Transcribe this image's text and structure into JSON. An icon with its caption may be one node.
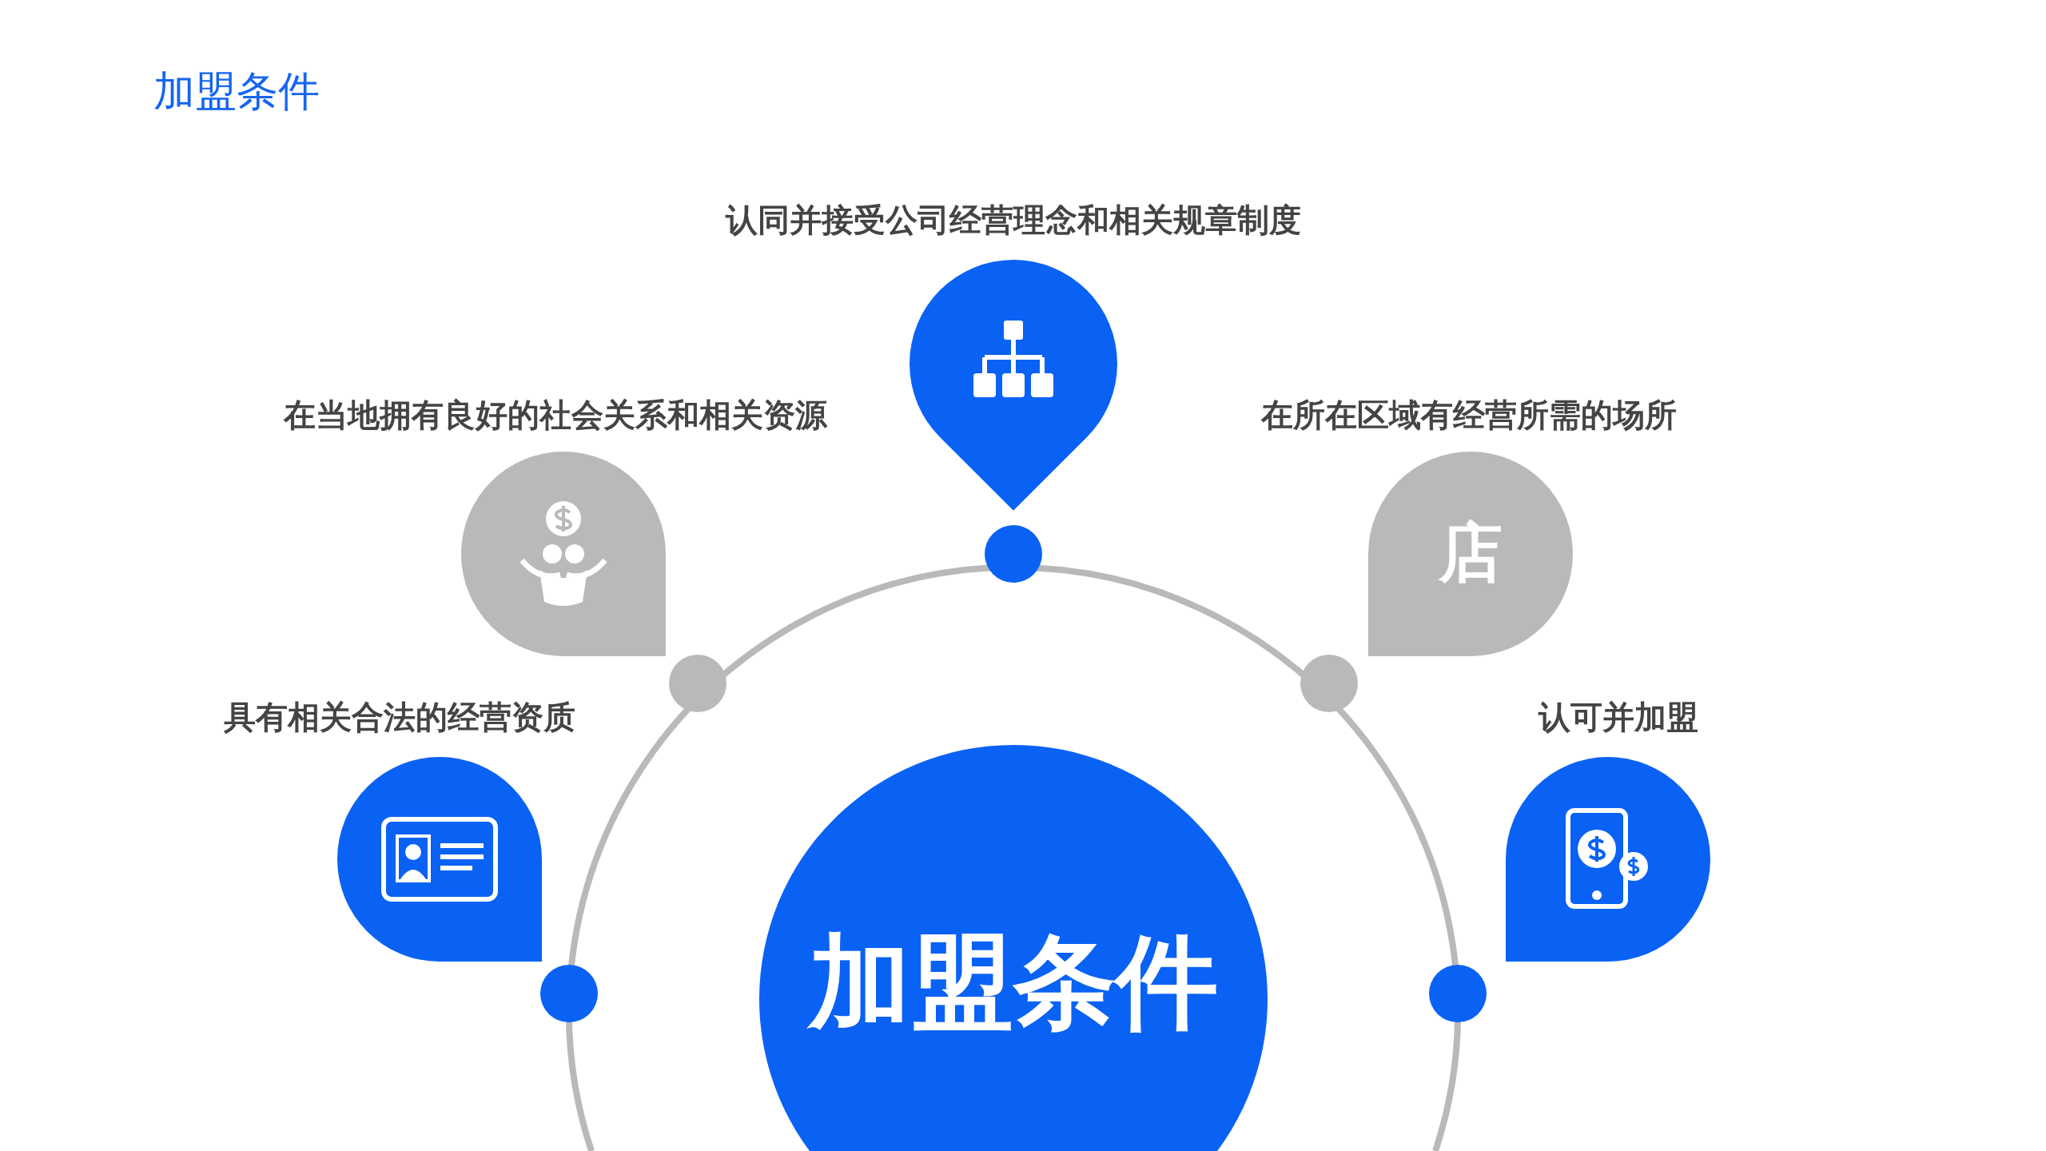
{
  "diagram": {
    "title": "加盟条件",
    "nodes": [
      {
        "text": [
          "认同并接受公司经营理念和相关规章制度"
        ]
      },
      {
        "text": [
          "在当地拥有良好的社会关系和相关资源"
        ]
      },
      {
        "text": [
          "在所在区域有经营所需的场所",
          "店"
        ]
      },
      {
        "text": [
          "具有相关合法的经营资质"
        ]
      },
      {
        "text": [
          "认可并加盟"
        ]
      },
      {
        "text": [
          "加盟条件"
        ]
      }
    ]
  }
}
